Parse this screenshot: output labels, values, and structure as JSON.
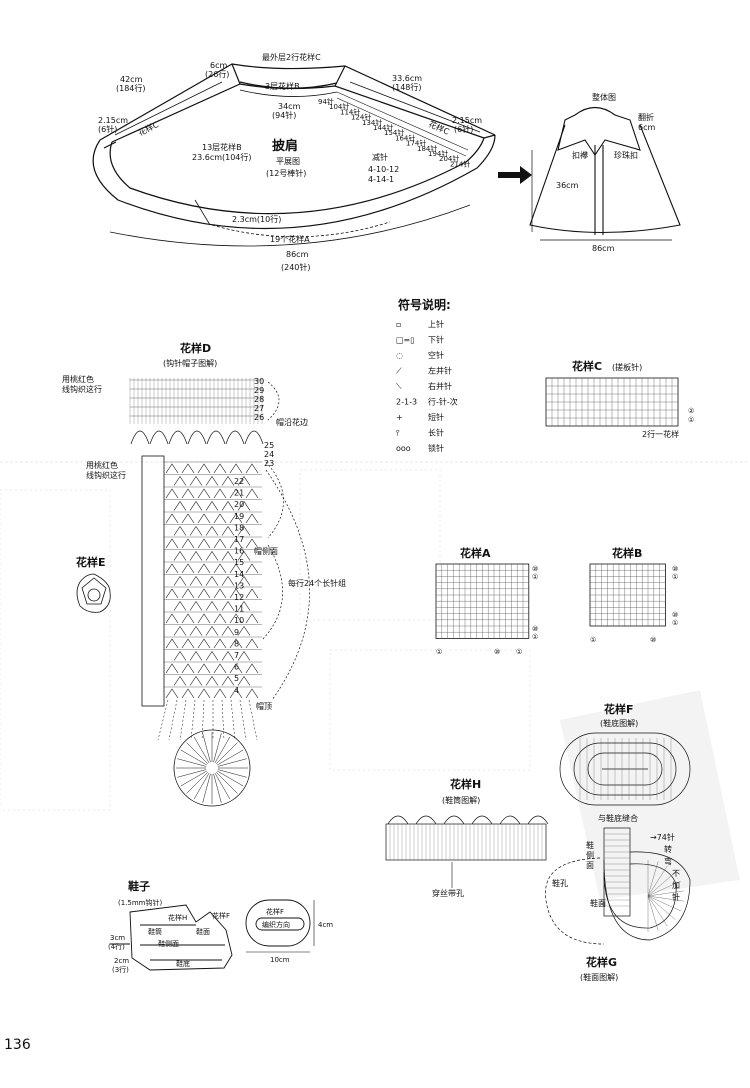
{
  "page_number": "136",
  "cape": {
    "title": "披肩",
    "subtitle1": "平展图",
    "subtitle2": "(12号棒针)",
    "outer_c": "最外层2行花样C",
    "layer_b": "3层花样B",
    "top_6cm": "6cm",
    "top_26": "(26行)",
    "left_42": "42cm",
    "left_184": "(184行)",
    "right_336": "33.6cm",
    "right_148": "(148行)",
    "mid_34": "34cm",
    "mid_94": "(94针)",
    "left_215": "2.15cm",
    "left_6": "(6针)",
    "right_215": "2.15cm",
    "right_6": "(6针)",
    "side_c_left": "花样C",
    "side_c_right": "花样C",
    "b13": "13层花样B",
    "b236": "23.6cm(104行)",
    "dec_title": "减针",
    "dec_1": "4-10-12",
    "dec_2": "4-14-1",
    "stitch_counts": [
      "94针",
      "104针",
      "114针",
      "124针",
      "134针",
      "144针",
      "154针",
      "164针",
      "174针",
      "184针",
      "194针",
      "204针",
      "214针"
    ],
    "bottom_23": "2.3cm(10行)",
    "bottom_a": "19个花样A",
    "bottom_86": "86cm",
    "bottom_240": "(240针)"
  },
  "overall": {
    "title": "整体图",
    "fold": "翻折",
    "fold_6": "6cm",
    "button_loop": "扣襻",
    "pearl_button": "珍珠扣",
    "height_36": "36cm",
    "width_86": "86cm"
  },
  "legend": {
    "title": "符号说明:",
    "items": [
      {
        "sym": "▫",
        "label": "上针"
      },
      {
        "sym": "□=▯",
        "label": "下针"
      },
      {
        "sym": "◌",
        "label": "空针"
      },
      {
        "sym": "⟋",
        "label": "左并针"
      },
      {
        "sym": "⟍",
        "label": "右并针"
      },
      {
        "sym": "2-1-3",
        "label": "行-针-次"
      },
      {
        "sym": "+",
        "label": "短针"
      },
      {
        "sym": "⫯",
        "label": "长针"
      },
      {
        "sym": "ooo",
        "label": "锁针"
      }
    ]
  },
  "pattern_c": {
    "title": "花样C",
    "sub": "(搓板针)",
    "note": "2行一花样",
    "rows": [
      "②",
      "①"
    ]
  },
  "pattern_d": {
    "title": "花样D",
    "sub": "(钩针帽子图解)",
    "red1": "用桃红色",
    "red1b": "线钩织这行",
    "red2": "用桃红色",
    "red2b": "线钩织这行",
    "brim": "帽沿花边",
    "side": "帽侧面",
    "per_row": "每行24个长针组",
    "top": "帽顶",
    "rows": [
      "30",
      "29",
      "28",
      "27",
      "26",
      "25",
      "24",
      "23",
      "22",
      "21",
      "20",
      "19",
      "18",
      "17",
      "16",
      "15",
      "14",
      "13",
      "12",
      "11",
      "10",
      "9",
      "8",
      "7",
      "6",
      "5",
      "4"
    ]
  },
  "pattern_e": {
    "title": "花样E"
  },
  "pattern_a": {
    "title": "花样A",
    "marks": [
      "⑩",
      "①",
      "⑩",
      "①"
    ],
    "bottom": [
      "①",
      "⑩",
      "①"
    ]
  },
  "pattern_b": {
    "title": "花样B",
    "marks": [
      "⑩",
      "①",
      "⑩",
      "①"
    ],
    "bottom": [
      "①",
      "⑩"
    ]
  },
  "pattern_f": {
    "title": "花样F",
    "sub": "(鞋底图解)",
    "seam": "与鞋底缝合"
  },
  "pattern_g": {
    "title": "花样G",
    "sub": "(鞋面图解)",
    "side": "鞋侧面",
    "face": "鞋面",
    "hole": "鞋孔",
    "turn": "74针转弯不加针"
  },
  "pattern_h": {
    "title": "花样H",
    "sub": "(鞋筒图解)",
    "thread": "穿丝带孔"
  },
  "shoe": {
    "title": "鞋子",
    "hook": "(1.5mm钩针)",
    "h": "花样H",
    "f": "花样F",
    "tube": "鞋筒",
    "face": "鞋面",
    "side": "鞋侧面",
    "sole": "鞋底",
    "c3": "3cm",
    "c3r": "(4行)",
    "c2": "2cm",
    "c2r": "(3行)",
    "sole_f": "花样F",
    "sole_dir": "编织方向",
    "sole_4": "4cm",
    "sole_10": "10cm"
  }
}
